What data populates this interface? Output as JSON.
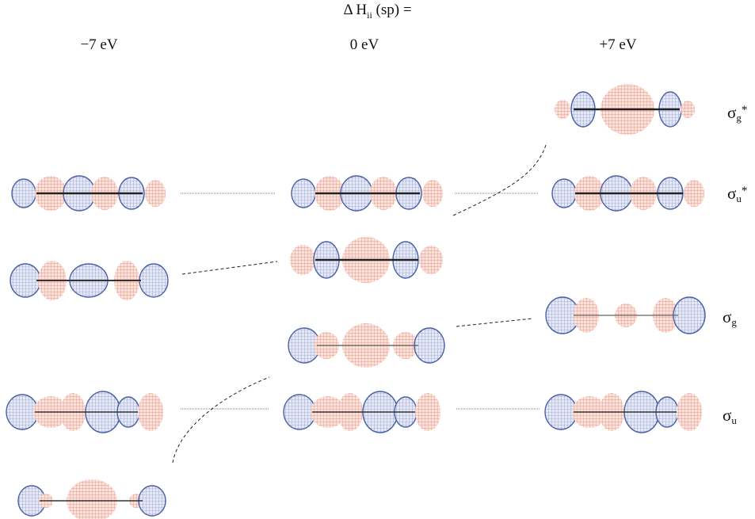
{
  "header": {
    "delta": "Δ H",
    "sub": "ii",
    "rest": " (sp) ="
  },
  "columns": [
    {
      "label": "−7 eV"
    },
    {
      "label": "0 eV"
    },
    {
      "label": "+7 eV"
    }
  ],
  "levels": [
    {
      "sym": "σ",
      "sub": "g",
      "sup": "*"
    },
    {
      "sym": "σ",
      "sub": "u",
      "sup": "*"
    },
    {
      "sym": "σ",
      "sub": "g",
      "sup": ""
    },
    {
      "sym": "σ",
      "sub": "u",
      "sup": ""
    }
  ],
  "colors": {
    "positive_lobe": "#e8826e",
    "negative_lobe": "#4a5fa8",
    "bond": "#222222"
  }
}
